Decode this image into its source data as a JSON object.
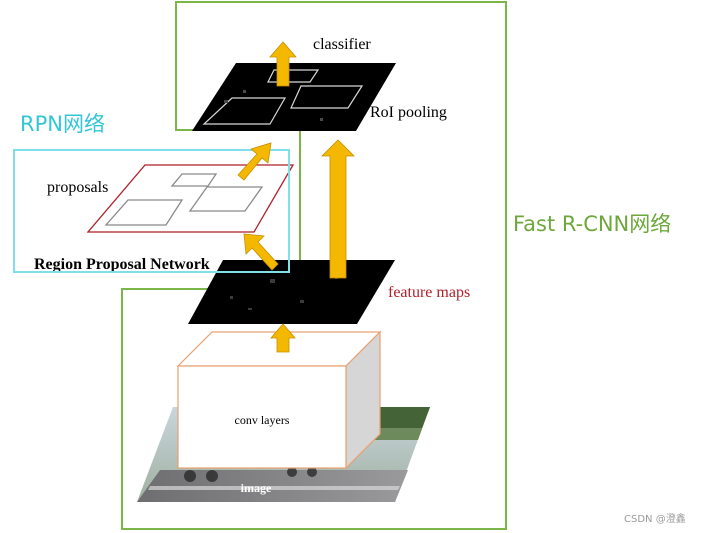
{
  "labels": {
    "classifier": "classifier",
    "roi_pooling": "RoI pooling",
    "proposals": "proposals",
    "region_proposal_network": "Region Proposal Network",
    "feature_maps": "feature maps",
    "conv_layers": "conv layers",
    "image": "image",
    "rpn_network": "RPN网络",
    "fast_rcnn_network": "Fast R-CNN网络",
    "watermark": "CSDN @澄鑫"
  },
  "colors": {
    "fast_rcnn_box": "#7ab648",
    "rpn_box": "#7fe0e8",
    "arrow": "#f5b800",
    "arrow_outline": "#c68f00",
    "proposal_border": "#b01f2a",
    "feature_map_label": "#b01f2a",
    "conv_box_border": "#e8a070",
    "conv_side": "#d6d6d6",
    "rpn_label": "#33c6d6",
    "fast_rcnn_label": "#6ea83c",
    "feature_map_fill": "#000000"
  }
}
